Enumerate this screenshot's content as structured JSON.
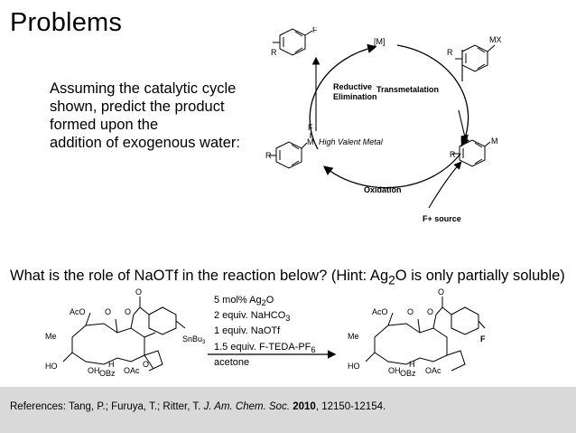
{
  "slide": {
    "title": "Problems",
    "question1_lines": [
      "Assuming the catalytic cycle",
      "shown, predict the product",
      "formed upon the",
      "addition of exogenous water:"
    ],
    "question2": {
      "prefix": "What is the role of NaOTf in the reaction below? (Hint: Ag",
      "sub": "2",
      "suffix": "O is only partially soluble)"
    },
    "references": {
      "prefix": "References: Tang, P.; Furuya, T.; Ritter, T. ",
      "journal": "J. Am. Chem. Soc.",
      "year": "2010",
      "pages": ", 12150-12154."
    }
  },
  "cycle": {
    "top_label": "[M]",
    "reductive_elimination_1": "Reductive",
    "reductive_elimination_2": "Elimination",
    "transmetalation": "Transmetalation",
    "high_valent": "High Valent Metal",
    "oxidation": "Oxidation",
    "f_source": "F+ source",
    "r": "R",
    "f": "F",
    "mx": "MX",
    "m": "M"
  },
  "reaction": {
    "conditions": [
      {
        "pre": "5 mol% Ag",
        "sub": "2",
        "post": "O"
      },
      {
        "pre": "2 equiv. NaHCO",
        "sub": "3",
        "post": ""
      },
      {
        "pre": "1 equiv. NaOTf",
        "sub": "",
        "post": ""
      },
      {
        "pre": "1.5 equiv. F-TEDA-PF",
        "sub": "6",
        "post": ""
      }
    ],
    "solvent": "acetone",
    "labels": {
      "aco": "AcO",
      "o": "O",
      "me": "Me",
      "ho": "HO",
      "oh": "OH",
      "h": "H",
      "obz": "OBz",
      "oac": "OAc",
      "snbu3": "SnBu",
      "snbu3_sub": "3",
      "f": "F"
    }
  }
}
